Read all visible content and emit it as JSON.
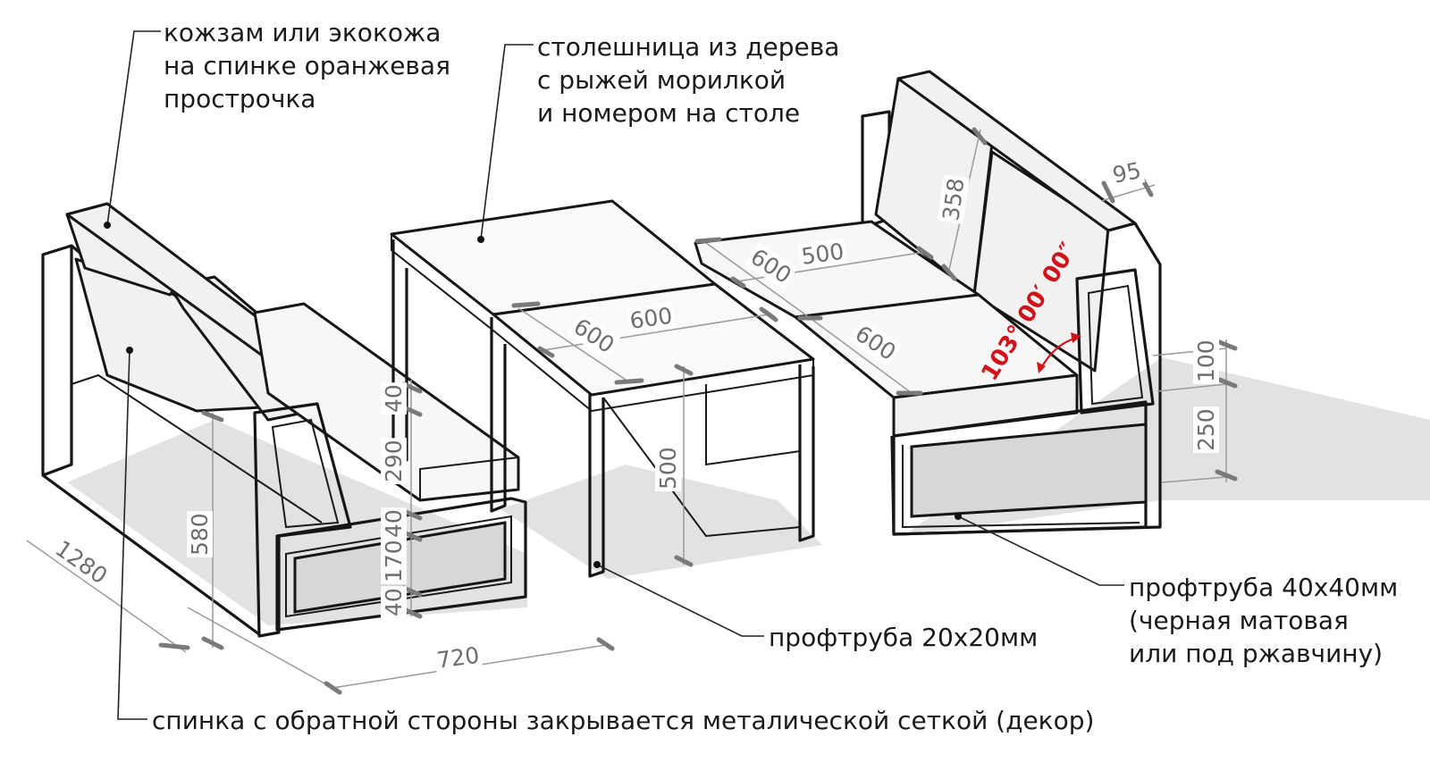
{
  "notes": {
    "leather_line1": "кожзам или экокожа",
    "leather_line2": "на спинке оранжевая",
    "leather_line3": "прострочка",
    "table_line1": "столешница из дерева",
    "table_line2": "с рыжей морилкой",
    "table_line3": "и номером на столе",
    "pipe_small": "профтруба 20х20мм",
    "pipe_big_line1": "профтруба 40х40мм",
    "pipe_big_line2": "(черная матовая",
    "pipe_big_line3": "или под ржавчину)",
    "back_mesh": "спинка с обратной стороны закрывается металической сеткой (декор)"
  },
  "dimensions": {
    "sofa_length": "1280",
    "sofa_depth": "720",
    "sofa_height": "580",
    "seat_40_a": "40",
    "seat_290": "290",
    "seat_40_b": "40",
    "seat_170": "170",
    "seat_40_c": "40",
    "table_600_a": "600",
    "table_600_b": "600",
    "table_height": "500",
    "seat_600_a": "600",
    "seat_500": "500",
    "seat_600_b": "600",
    "back_358": "358",
    "back_95": "95",
    "arm_100": "100",
    "arm_250": "250",
    "recline_angle": "103° 00′ 00″"
  },
  "colors": {
    "line": "#161616",
    "dimension": "#6e6e6e",
    "angle": "#d0121a",
    "shadow": "#e2e2e2"
  }
}
